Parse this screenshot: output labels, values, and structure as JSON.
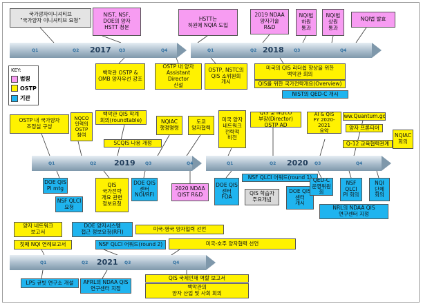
{
  "legend": {
    "title": "KEY:",
    "items": [
      {
        "label": "법령",
        "color": "#f79cf2"
      },
      {
        "label": "OSTP",
        "color": "#fff200"
      },
      {
        "label": "기관",
        "color": "#1fb4ef"
      }
    ]
  },
  "timeline1": {
    "year_a": "2017",
    "year_b": "2018",
    "quarters": [
      "Q1",
      "Q2",
      "Q3",
      "Q4",
      "Q1",
      "Q2",
      "Q3",
      "Q4"
    ]
  },
  "timeline2": {
    "year_a": "2019",
    "year_b": "2020",
    "quarters": [
      "Q1",
      "Q2",
      "Q3",
      "Q4",
      "Q1",
      "Q2",
      "Q3",
      "Q4"
    ]
  },
  "timeline3": {
    "year": "2021",
    "quarters": [
      "Q1",
      "Q2",
      "Q3",
      "Q4"
    ]
  },
  "boxes": {
    "b1": "국가광자이니셔티브\n\"국가양자 이니셔티브 요청\"",
    "b2": "NIST, NSF,\nDOE의 양자\nHSTT 청문",
    "b3": "HSTT는\n하원에 NQIA 도입",
    "b4": "2019 NDAA\n양자기술\nR&D",
    "b5": "NQI법\n하원\n통과",
    "b6": "NQI법\n상원\n통과",
    "b7": "NQI법 발효",
    "b8": "백악관 OSTP &\nOMB 양자우선 강조",
    "b9": "OSTP 내 양자\nAssistant Director\n신설",
    "b10": "OSTP, NSTC의\nQIS 소위원회\n개시",
    "b11": "미국의 QIS 리더쉽 향상을 위한\n백악관 회의",
    "b12": "QIS를 위한 국가전략개요(Overview)",
    "b13": "NIST의 QED-C 개시",
    "c1": "OSTP 내 국가양자\n조정실 구성",
    "c2": "NQCO\n인력의\nOSTP\n참여",
    "c3": "백악관 QIS 학계\n회의(roundtable)",
    "c4": "NQIAC\n행정명령",
    "c5": "도쿄\n양자협력",
    "c6": "미국 양자\n네트워크\n전략적\n비전",
    "c7": "QIS 및 NQCO\n부장(Director) OSTP AD",
    "c8": "AI & QIS\nFY 2020-2021\n요약",
    "c9": "www.Quantum.gov",
    "c10": "양자 프론티어",
    "c11": "Q-12 교육협력관계",
    "c12": "NQIAC\n회의",
    "c13": "SCQIS 나용 개정",
    "d1": "DOE QIS\nPI mtg",
    "d2": "NSF QLCI\n요청",
    "d3": "QIS\n국가전략\n개요 관련\n정보요청",
    "d4": "DOE QIS\n센터\nNOI/RFI",
    "d5": "2020 NDAA\nQIST R&D",
    "d6": "DOE QIS\n센터\nFOA",
    "d7": "NSF QLCI 어워드(round 1)",
    "d8": "QIS 학습자\n주요개념",
    "d9": "DOE QIS\n센터\n개시",
    "d10": "QED-C\n운영위원회",
    "d11": "NSF\nQLCI\nPI 회의",
    "d12": "NQI\n단체\n회의",
    "d13": "NRL의 NDAA QIS\n연구센터 지정",
    "e1": "양자 네트워크\n보고서",
    "e2": "첫째 NQI 연례보고서",
    "e3": "DOE 양자시스템\n접근 정보요청(RFI)",
    "e4": "미국-영국 양자협력 선언",
    "e5": "NSF QLCI 어워드(round 2)",
    "e6": "미국-호주 양자협력 선언",
    "e7": "LPS 큐빗 연구소 개설",
    "e8": "AFRL의 NDAA QIS\n연구센터 지정",
    "e9": "QIS 국제인재 역할 보고서",
    "e10": "백악관의\n양자 산업 및 사회 회의"
  }
}
